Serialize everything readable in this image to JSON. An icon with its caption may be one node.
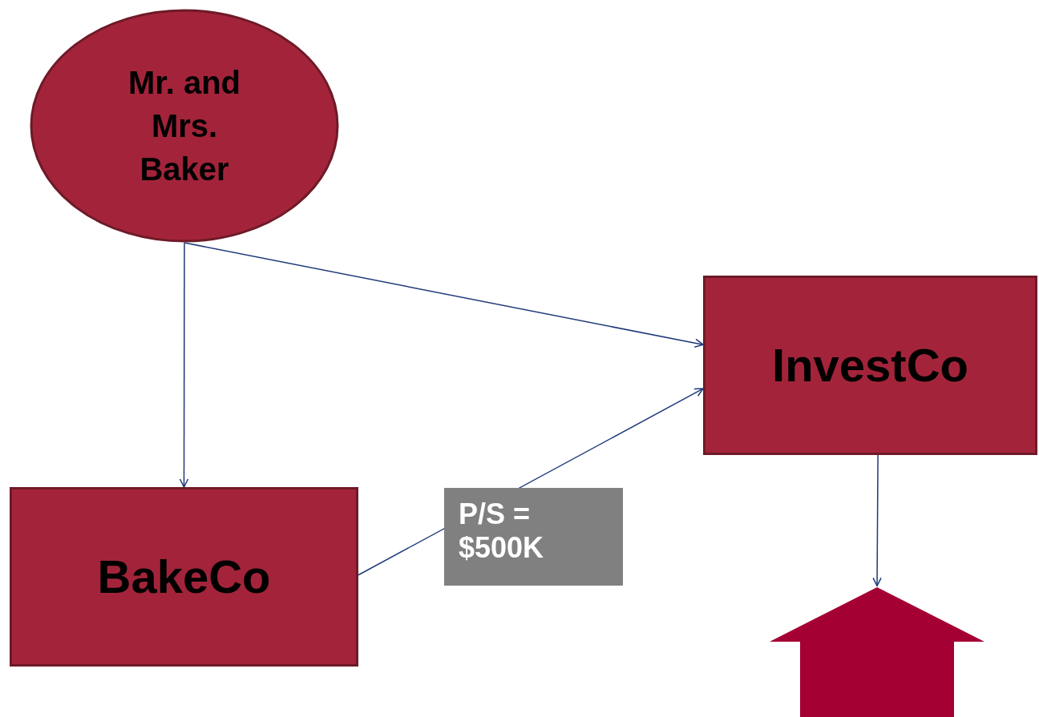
{
  "diagram": {
    "nodes": [
      {
        "text": [
          "Mr. and Mrs. Baker"
        ]
      },
      {
        "text": [
          "InvestCo"
        ]
      },
      {
        "text": [
          "BakeCo"
        ]
      },
      {
        "text": [],
        "shape": "house"
      }
    ],
    "edges": [
      {
        "from": 0,
        "to": 1,
        "arrow": "to"
      },
      {
        "from": 0,
        "to": 2,
        "arrow": "to"
      },
      {
        "from": 2,
        "to": 1,
        "arrow": "to",
        "label": "P/S = $500K"
      },
      {
        "from": 1,
        "to": 3,
        "arrow": "to"
      }
    ]
  }
}
